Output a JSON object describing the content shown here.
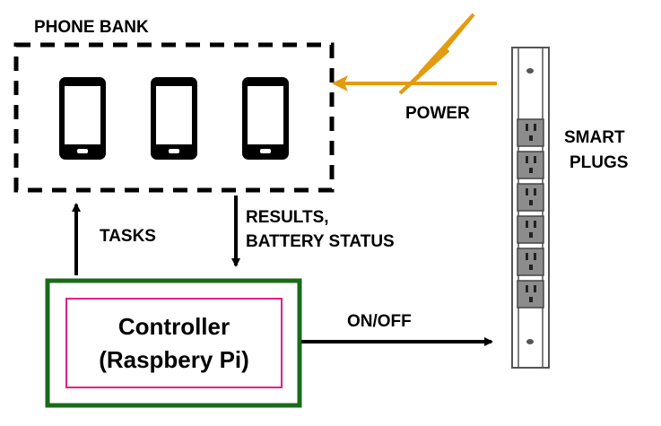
{
  "phone_bank": {
    "label": "PHONE BANK",
    "phone_count": 3
  },
  "power": {
    "label": "POWER"
  },
  "smart_plugs": {
    "label_line1": "SMART",
    "label_line2": "PLUGS",
    "outlet_count": 6
  },
  "tasks": {
    "label": "TASKS"
  },
  "results": {
    "label_line1": "RESULTS,",
    "label_line2": "BATTERY STATUS"
  },
  "controller": {
    "line1": "Controller",
    "line2": "(Raspbery Pi)"
  },
  "onoff": {
    "label": "ON/OFF"
  },
  "colors": {
    "controller_border": "#1a6a1a",
    "controller_inner_border": "#e0208a",
    "power_arrow": "#e39b0f",
    "plug_strip_fill": "#ffffff",
    "outlet_fill": "#8c8c8c"
  }
}
